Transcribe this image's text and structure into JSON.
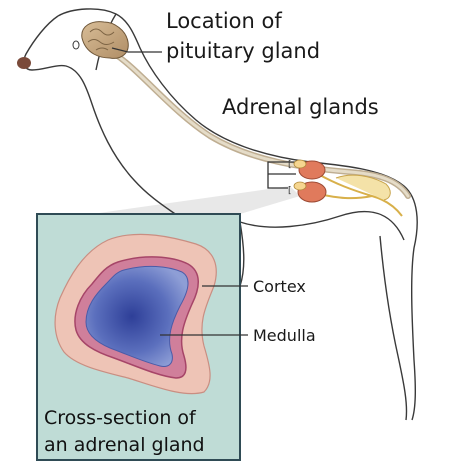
{
  "labels": {
    "pituitary_line1": "Location of",
    "pituitary_line2": "pituitary gland",
    "adrenal": "Adrenal glands",
    "cortex": "Cortex",
    "medulla": "Medulla",
    "caption_line1": "Cross-section of",
    "caption_line2": "an adrenal gland"
  },
  "colors": {
    "outline": "#3a3a3a",
    "brain": "#c9ab85",
    "nerve": "#d9cdb6",
    "kidney": "#e88a6c",
    "adrenal_yellow": "#f2d98a",
    "inset_bg": "#bcd9d4",
    "inset_border": "#2f4b55",
    "cortex_outer": "#ecc1b4",
    "cortex_inner": "#c25f84",
    "medulla": "#5a6fb8",
    "medulla_center": "#3848a0",
    "pointer": "#333333"
  }
}
